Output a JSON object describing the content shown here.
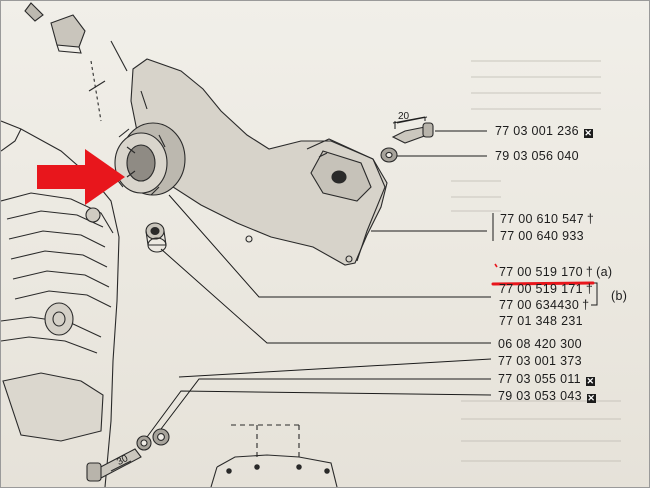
{
  "dimensions": {
    "dim_top": "20",
    "dim_bottom": "30"
  },
  "parts": [
    {
      "number": "77 03 001 236",
      "symbol": "",
      "box_icon": "x-box-icon",
      "tag": ""
    },
    {
      "number": "79 03 056 040",
      "symbol": "",
      "box_icon": "",
      "tag": ""
    },
    {
      "number": "77 00 610 547",
      "symbol": "†",
      "box_icon": "",
      "tag": ""
    },
    {
      "number": "77 00 640 933",
      "symbol": "",
      "box_icon": "",
      "tag": ""
    },
    {
      "number": "77 00 519 170",
      "symbol": "†",
      "box_icon": "",
      "tag": "(a)"
    },
    {
      "number": "77 00 519 171",
      "symbol": "†",
      "box_icon": "",
      "tag": ""
    },
    {
      "number": "77 00 634430",
      "symbol": "†",
      "box_icon": "",
      "tag": "(b)"
    },
    {
      "number": "77 01 348 231",
      "symbol": "",
      "box_icon": "",
      "tag": ""
    },
    {
      "number": "06 08 420 300",
      "symbol": "",
      "box_icon": "",
      "tag": ""
    },
    {
      "number": "77 03 001 373",
      "symbol": "",
      "box_icon": "",
      "tag": ""
    },
    {
      "number": "77 03 055 011",
      "symbol": "",
      "box_icon": "x-box-icon",
      "tag": ""
    },
    {
      "number": "79 03 053 043",
      "symbol": "",
      "box_icon": "x-box-icon",
      "tag": ""
    }
  ],
  "box_glyph": "✕",
  "colors": {
    "highlight_arrow": "#e8161c",
    "underline": "#e8161c",
    "ink": "#1c1c1c",
    "paper": "#ece9e2"
  }
}
